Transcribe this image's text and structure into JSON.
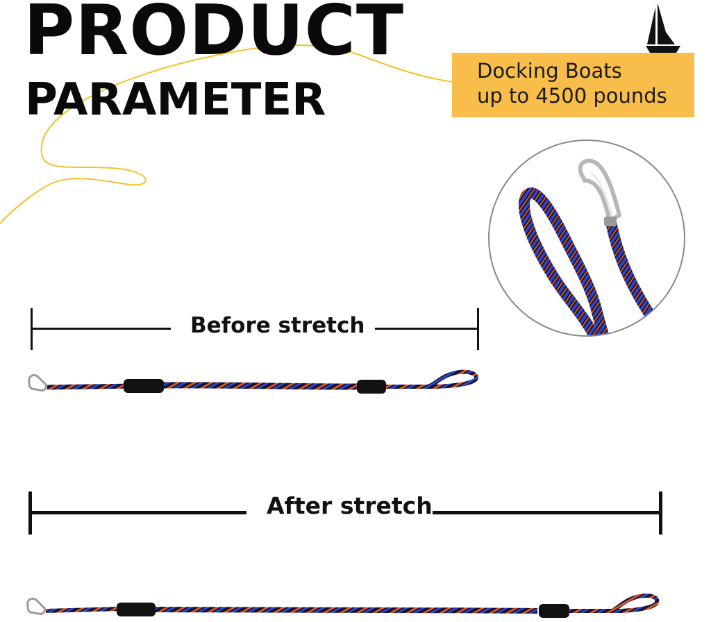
{
  "title": {
    "line1": "PRODUCT",
    "line2": "PARAMETER"
  },
  "callout": {
    "line1": "Docking Boats",
    "line2": "up to 4500 pounds"
  },
  "measurements": {
    "before_label": "Before stretch",
    "after_label": "After stretch"
  },
  "icons": {
    "boat": "sailboat-icon",
    "clip": "carabiner-icon"
  },
  "colors": {
    "accent": "#f9be4a",
    "deco_line": "#f2c22a",
    "text": "#0a0a0a",
    "rope_base": "#14142e",
    "rope_blue": "#2f46c8",
    "rope_orange": "#d9542a"
  }
}
